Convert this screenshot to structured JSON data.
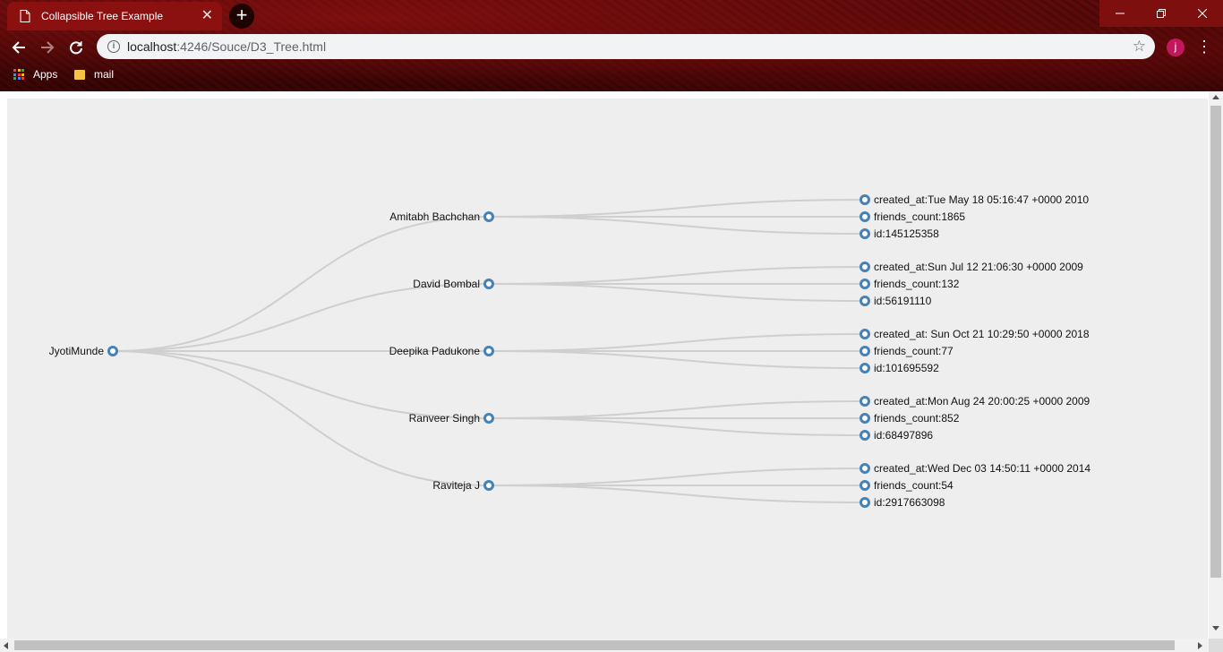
{
  "browser": {
    "tab_title": "Collapsible Tree Example",
    "tab_close": "✕",
    "new_tab": "+",
    "url_host": "localhost",
    "url_path": ":4246/Souce/D3_Tree.html",
    "profile_initial": "j",
    "bookmarks": [
      "Apps",
      "mail"
    ],
    "accent_color": "#8b1010"
  },
  "tree": {
    "root": "JyotiMunde",
    "children": [
      {
        "name": "Amitabh Bachchan",
        "leaves": [
          "created_at:Tue May 18 05:16:47 +0000 2010",
          "friends_count:1865",
          "id:145125358"
        ]
      },
      {
        "name": "David Bombal",
        "leaves": [
          "created_at:Sun Jul 12 21:06:30 +0000 2009",
          "friends_count:132",
          "id:56191110"
        ]
      },
      {
        "name": "Deepika Padukone",
        "leaves": [
          "created_at: Sun Oct 21 10:29:50 +0000 2018",
          "friends_count:77",
          "id:101695592"
        ]
      },
      {
        "name": "Ranveer Singh",
        "leaves": [
          "created_at:Mon Aug 24 20:00:25 +0000 2009",
          "friends_count:852",
          "id:68497896"
        ]
      },
      {
        "name": "Raviteja J",
        "leaves": [
          "created_at:Wed Dec 03 14:50:11 +0000 2014",
          "friends_count:54",
          "id:2917663098"
        ]
      }
    ],
    "node_color": "#4682b4",
    "link_color": "#cfcfcf"
  }
}
